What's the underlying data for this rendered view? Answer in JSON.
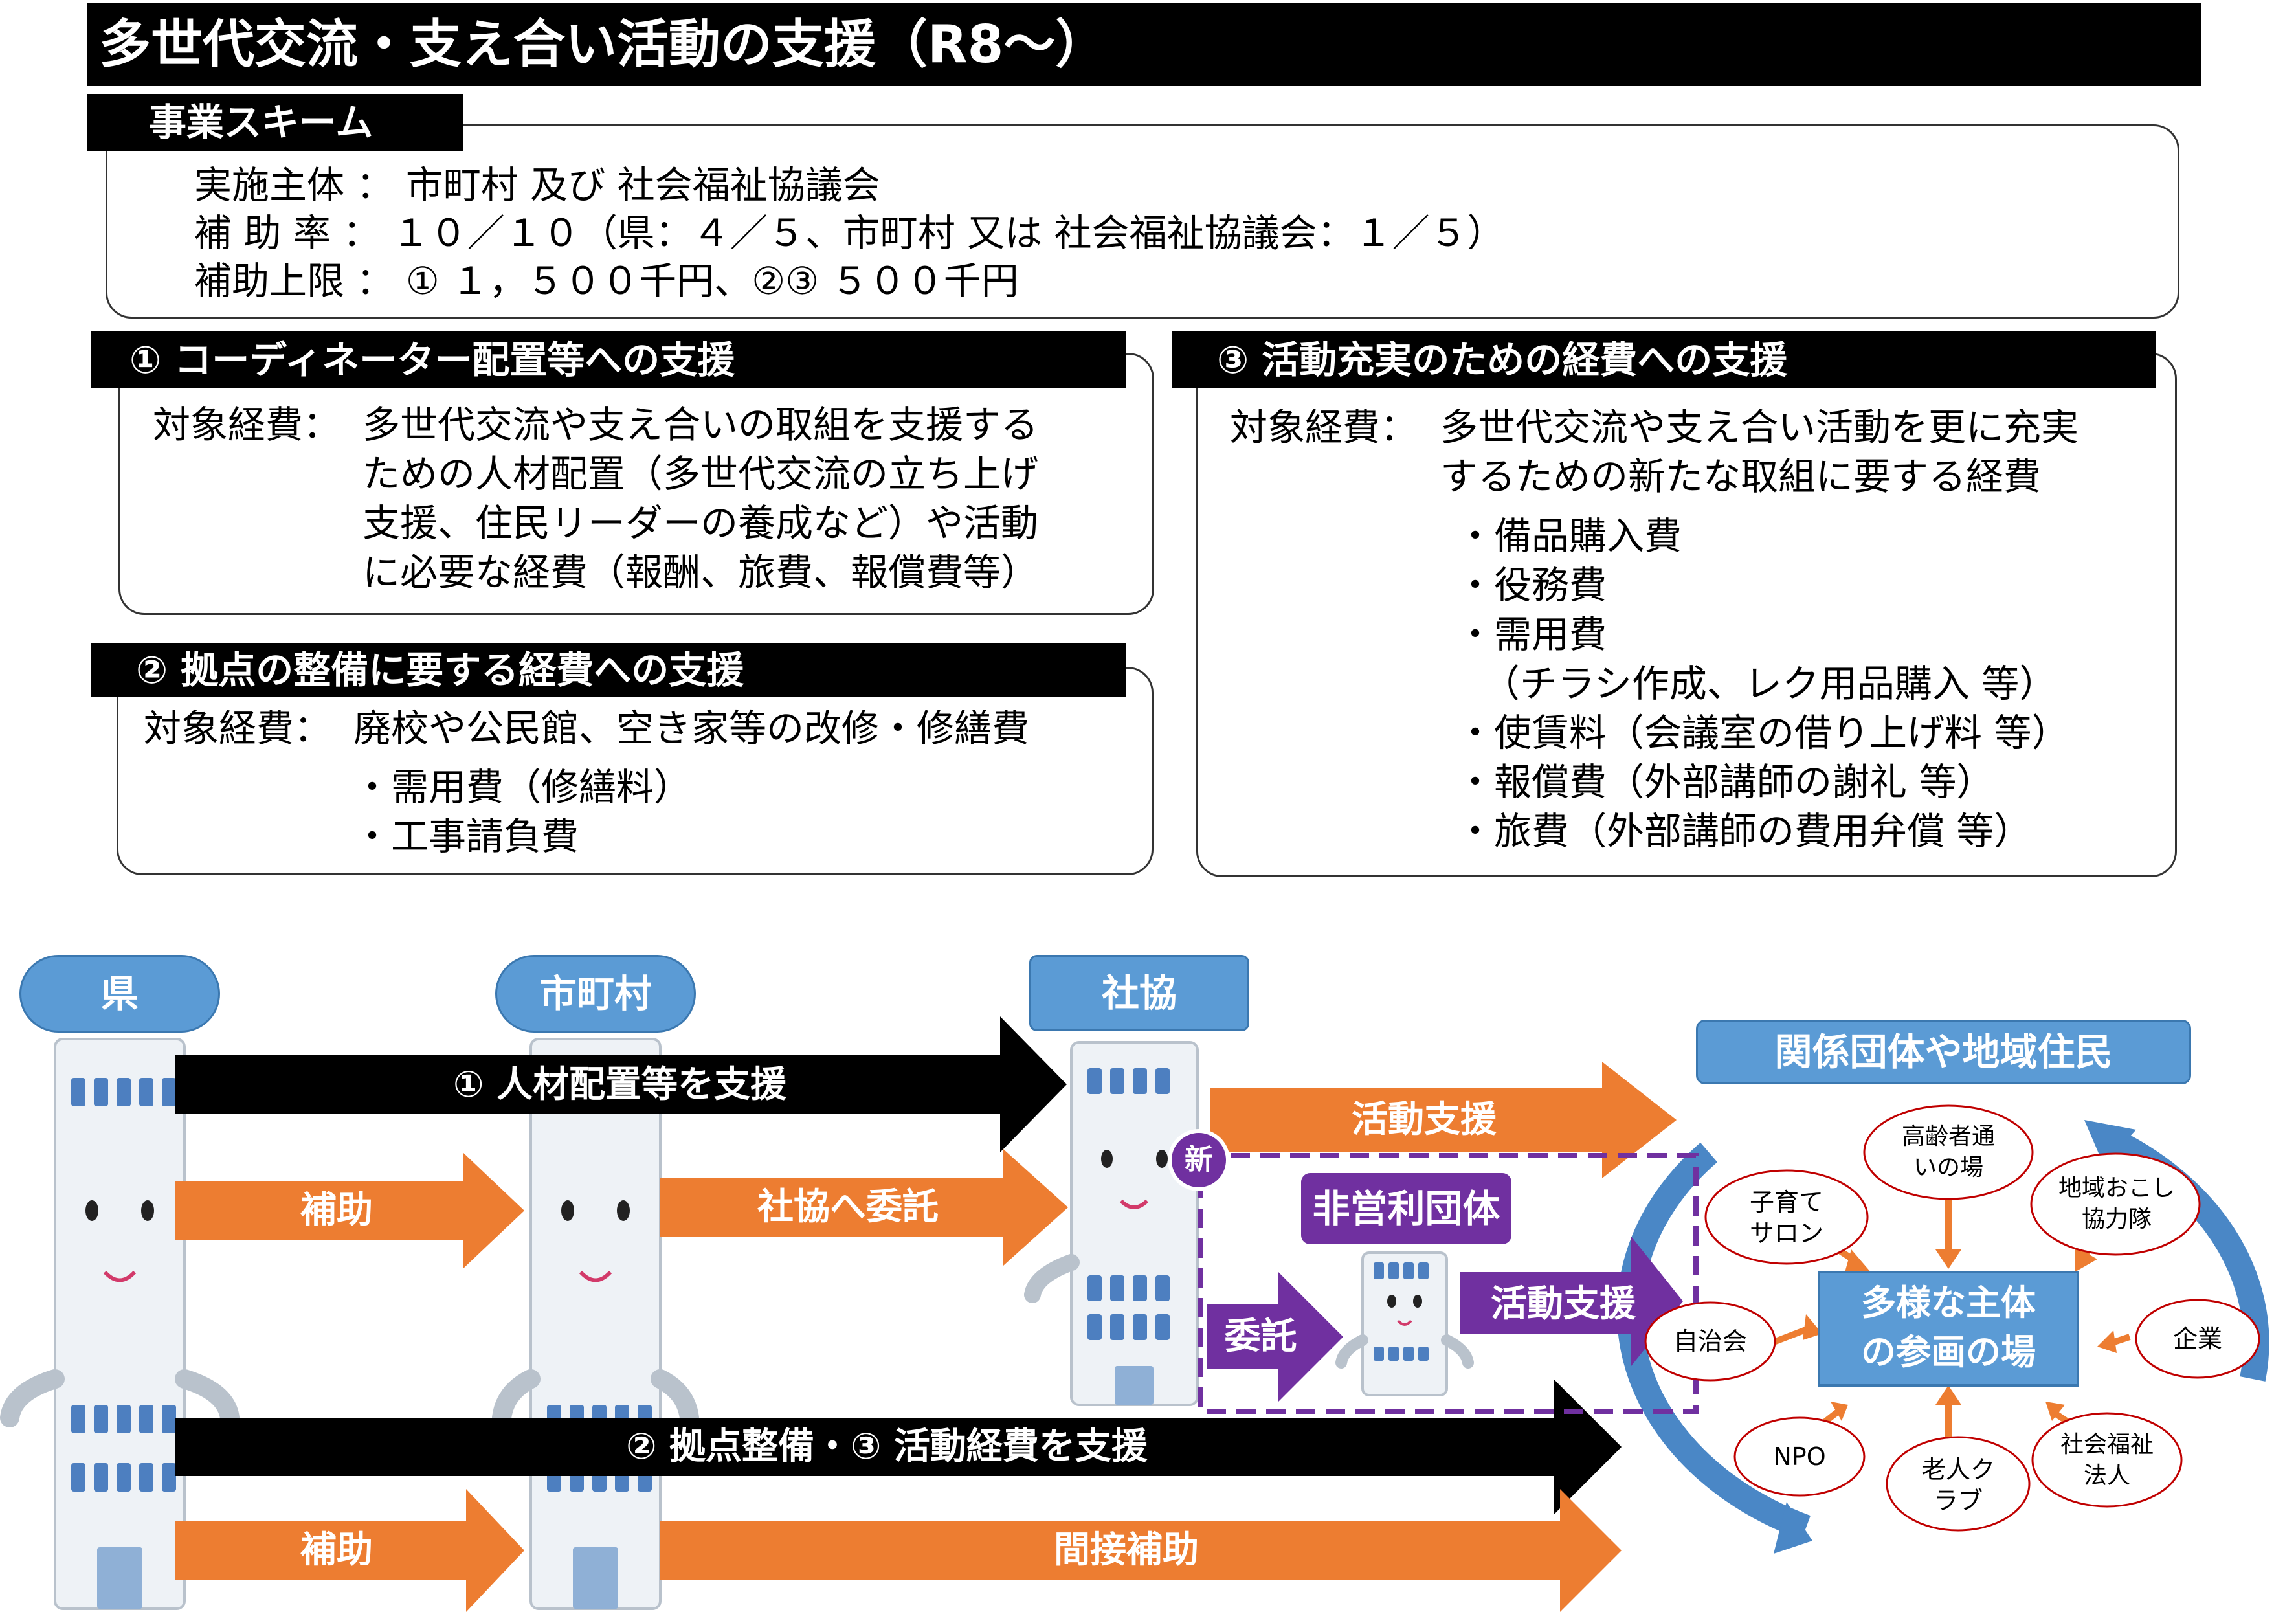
{
  "title": "多世代交流・支え合い活動の支援（R8～）",
  "scheme": {
    "tab": "事業スキーム",
    "lines": [
      "実施主体 ： 市町村 及び 社会福祉協議会",
      "補 助 率 ： １０／１０（県：４／５、市町村 又は 社会福祉協議会：１／５）",
      "補助上限 ： ① １，５００千円、②③ ５００千円"
    ]
  },
  "section1": {
    "tab": "① コーディネーター配置等への支援",
    "label": "対象経費：",
    "lines": [
      "多世代交流や支え合いの取組を支援する",
      "ための人材配置（多世代交流の立ち上げ",
      "支援、住民リーダーの養成など）や活動",
      "に必要な経費（報酬、旅費、報償費等）"
    ]
  },
  "section2": {
    "tab": "② 拠点の整備に要する経費への支援",
    "label": "対象経費：",
    "lines": [
      "廃校や公民館、空き家等の改修・修繕費"
    ],
    "items": [
      "・需用費（修繕料）",
      "・工事請負費"
    ]
  },
  "section3": {
    "tab": "③ 活動充実のための経費への支援",
    "label": "対象経費：",
    "lines": [
      "多世代交流や支え合い活動を更に充実",
      "するための新たな取組に要する経費"
    ],
    "items": [
      "・備品購入費",
      "・役務費",
      "・需用費",
      "（チラシ作成、レク用品購入 等）",
      "・使賃料（会議室の借り上げ料 等）",
      "・報償費（外部講師の謝礼 等）",
      "・旅費（外部講師の費用弁償 等）"
    ]
  },
  "diagram": {
    "actors": {
      "pref": "県",
      "city": "市町村",
      "shakyo": "社協",
      "community": "関係団体や地域住民",
      "npo_org": "非営利団体"
    },
    "arrows": {
      "a1": "① 人材配置等を支援",
      "hojo1": "補助",
      "itaku_shakyo": "社協へ委託",
      "katsudo1": "活動支援",
      "itaku": "委託",
      "katsudo2": "活動支援",
      "a23": "② 拠点整備・③ 活動経費を支援",
      "hojo2": "補助",
      "kansetsu": "間接補助"
    },
    "new_badge": "新",
    "center": "多様な主体の参画の場",
    "nodes": [
      "高齢者通いの場",
      "子育てサロン",
      "地域おこし協力隊",
      "自治会",
      "企業",
      "NPO",
      "老人クラブ",
      "社会福祉法人"
    ],
    "colors": {
      "orange": "#ed7d31",
      "purple": "#7030a0",
      "blue": "#5b9bd5",
      "black": "#000000"
    }
  }
}
